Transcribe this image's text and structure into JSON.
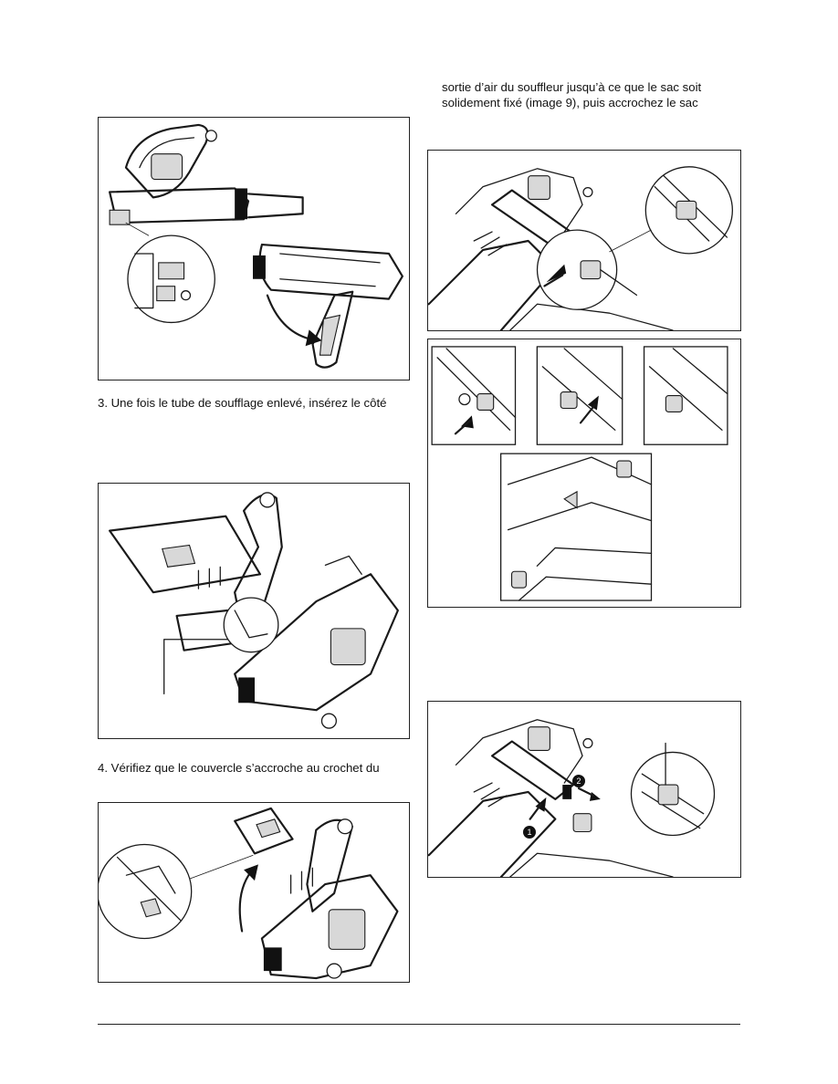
{
  "text": {
    "right_line_1": "sortie d’air du souffleur jusqu’à ce que le sac soit",
    "right_line_2": "solidement fixé (image 9), puis accrochez le sac",
    "step_3": "3. Une fois le tube de soufflage enlevé, insérez le côté",
    "step_4": "4. Vérifiez que le couvercle s’accroche au crochet du"
  },
  "figures": {
    "step_1_marker": "1",
    "step_2_marker": "2"
  }
}
